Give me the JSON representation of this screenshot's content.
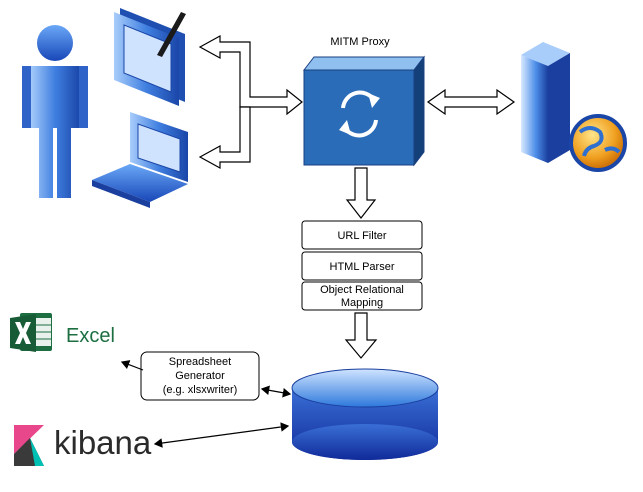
{
  "proxy": {
    "title": "MITM Proxy"
  },
  "pipeline": [
    {
      "id": "url-filter",
      "lines": [
        "URL Filter"
      ]
    },
    {
      "id": "html-parser",
      "lines": [
        "HTML Parser"
      ]
    },
    {
      "id": "orm",
      "lines": [
        "Object Relational",
        "Mapping"
      ]
    }
  ],
  "spreadsheet": {
    "lines": [
      "Spreadsheet",
      "Generator",
      "(e.g. xlsxwriter)"
    ]
  },
  "excel": {
    "label": "Excel",
    "icon": "excel-icon",
    "color": "#1d6f42"
  },
  "kibana": {
    "label": "kibana",
    "icon": "kibana-icon"
  },
  "icons": [
    "user-icon",
    "tablet-icon",
    "laptop-icon",
    "server-globe-icon",
    "sync-icon",
    "database-icon"
  ],
  "colors": {
    "accent_blue": "#2f6fd0",
    "proxy_blue": "#1f5fa8",
    "outline": "#000000"
  }
}
